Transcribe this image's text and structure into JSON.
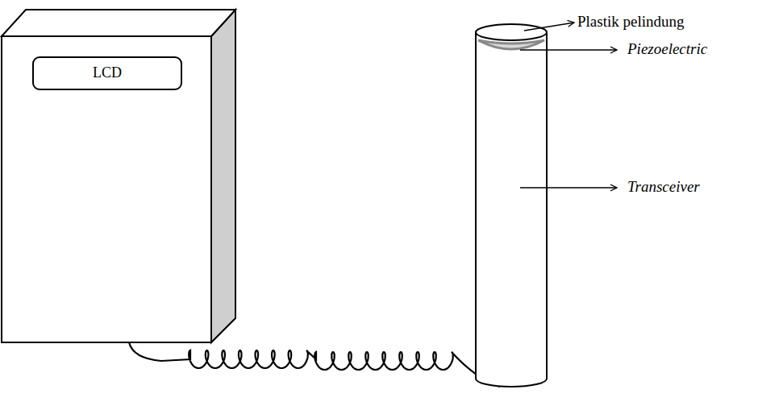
{
  "diagram": {
    "nodes": [
      {
        "text": [
          "LCD"
        ]
      }
    ],
    "labels": [
      "Plastik pelindung",
      "Piezoelectric",
      "Transceiver"
    ]
  }
}
